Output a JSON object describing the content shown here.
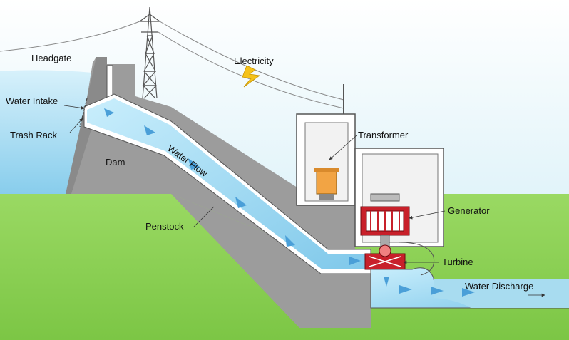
{
  "labels": {
    "headgate": "Headgate",
    "water_intake": "Water Intake",
    "trash_rack": "Trash Rack",
    "dam": "Dam",
    "water_flow": "Water Flow",
    "penstock": "Penstock",
    "electricity": "Electricity",
    "transformer": "Transformer",
    "generator": "Generator",
    "turbine": "Turbine",
    "water_discharge": "Water Discharge"
  },
  "icons": {
    "lightning": "lightning-bolt-icon",
    "tower": "transmission-tower-icon",
    "flow_arrows": "arrow-right-icon"
  },
  "colors": {
    "sky": "#d9f0f7",
    "water": "#a8dcf0",
    "water_dark": "#5aaee0",
    "concrete": "#9c9c9c",
    "ground": "#93d35e",
    "generator_red": "#c8202a",
    "transformer_orange": "#f2a444",
    "lightning": "#f5c21a"
  }
}
